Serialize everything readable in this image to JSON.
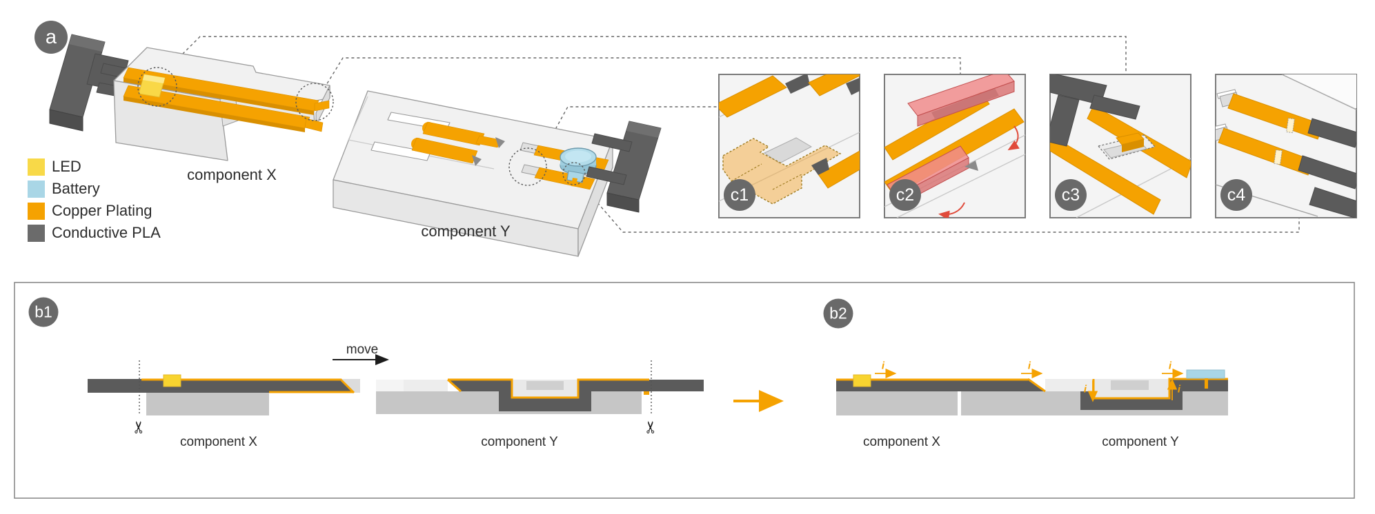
{
  "panel_a": {
    "badge": "a",
    "component_x_label": "component X",
    "component_y_label": "component Y",
    "legend": [
      {
        "label": "LED",
        "color": "#F8D948"
      },
      {
        "label": "Battery",
        "color": "#A9D6E6"
      },
      {
        "label": "Copper Plating",
        "color": "#F5A201"
      },
      {
        "label": "Conductive PLA",
        "color": "#6B6B6B"
      }
    ],
    "details": [
      {
        "badge": "c1",
        "art": "copper-strip-insertion-ghost"
      },
      {
        "badge": "c2",
        "art": "copper-strip-fold-red-arrows"
      },
      {
        "badge": "c3",
        "art": "connector-recess-detail"
      },
      {
        "badge": "c4",
        "art": "contact-pins-detail"
      }
    ]
  },
  "panel_b": {
    "b1": {
      "badge": "b1",
      "move_label": "move",
      "component_x_label": "component X",
      "component_y_label": "component Y"
    },
    "b2": {
      "badge": "b2",
      "component_x_label": "component X",
      "component_y_label": "component Y"
    },
    "current_symbol": "i",
    "scissors_icon": "✂"
  },
  "colors": {
    "led": "#F8D948",
    "battery": "#A9D6E6",
    "copper": "#F5A201",
    "conductive_pla": "#5B5B5B",
    "badge_gray": "#696969",
    "body_light": "#F1F1F1",
    "cross_section_body": "#C6C6C6",
    "fold_overlay_pink": "#F08C8C",
    "fold_arrow_red": "#E04B3B"
  }
}
